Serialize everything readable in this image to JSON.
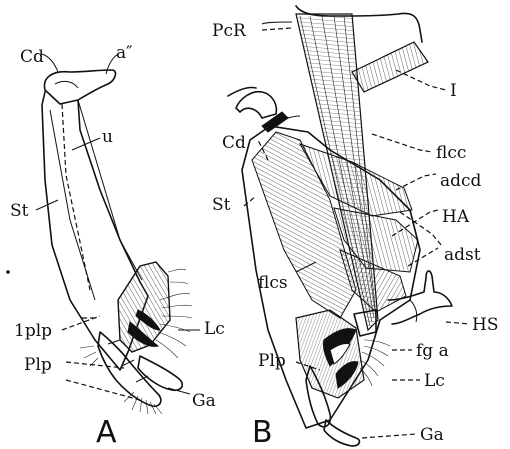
{
  "panels": {
    "A": {
      "letter": "A",
      "labels": {
        "cd": "Cd",
        "a2": "a″",
        "u": "u",
        "st": "St",
        "iplp": "1plp",
        "lc": "Lc",
        "plp": "Plp",
        "ga": "Ga"
      }
    },
    "B": {
      "letter": "B",
      "labels": {
        "pcr": "PcR",
        "i": "I",
        "cd": "Cd",
        "flcc": "flcc",
        "adcd": "adcd",
        "st": "St",
        "ha": "HA",
        "adst": "adst",
        "flcs": "flcs",
        "hs": "HS",
        "fga": "fg a",
        "plp": "Plp",
        "lc": "Lc",
        "ga": "Ga"
      }
    }
  },
  "colors": {
    "ink": "#111111",
    "background": "#ffffff"
  }
}
